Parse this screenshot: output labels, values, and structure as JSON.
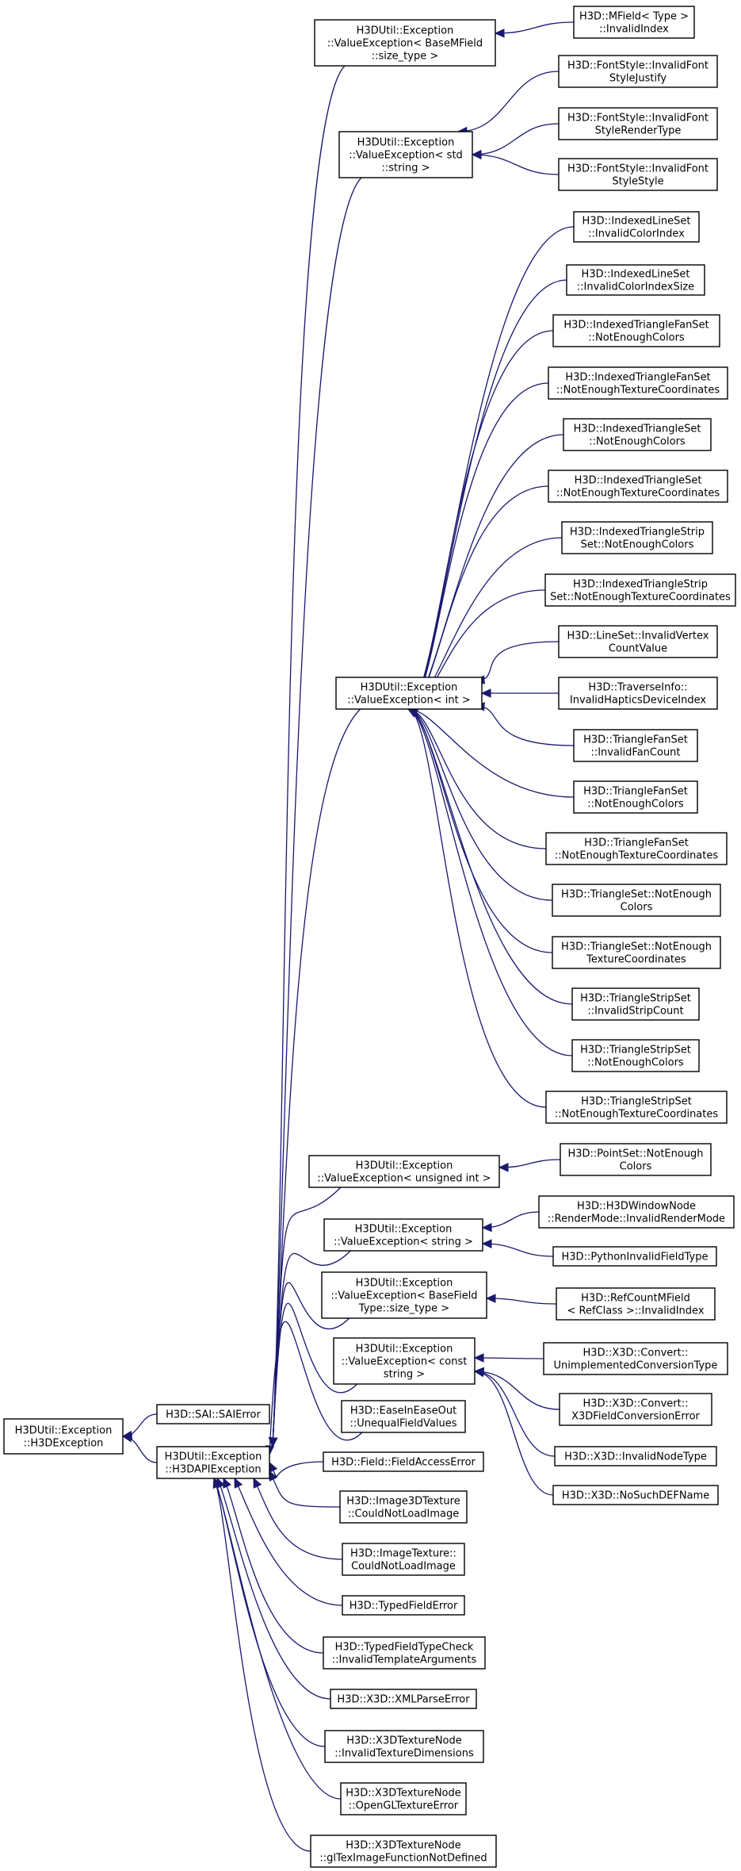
{
  "nodes": [
    {
      "id": "h3dexception",
      "lines": [
        "H3DUtil::Exception",
        "::H3DException"
      ]
    },
    {
      "id": "saierror",
      "lines": [
        "H3D::SAI::SAIError"
      ]
    },
    {
      "id": "h3dapiexception",
      "lines": [
        "H3DUtil::Exception",
        "::H3DAPIException"
      ]
    },
    {
      "id": "ve-basemfield",
      "lines": [
        "H3DUtil::Exception",
        "::ValueException< BaseMField",
        "::size_type >"
      ]
    },
    {
      "id": "mfield-invalidindex",
      "lines": [
        "H3D::MField< Type >",
        "::InvalidIndex"
      ]
    },
    {
      "id": "ve-stdstring",
      "lines": [
        "H3DUtil::Exception",
        "::ValueException< std",
        "::string >"
      ]
    },
    {
      "id": "fontstyle-justify",
      "lines": [
        "H3D::FontStyle::InvalidFont",
        "StyleJustify"
      ]
    },
    {
      "id": "fontstyle-rendertype",
      "lines": [
        "H3D::FontStyle::InvalidFont",
        "StyleRenderType"
      ]
    },
    {
      "id": "fontstyle-style",
      "lines": [
        "H3D::FontStyle::InvalidFont",
        "StyleStyle"
      ]
    },
    {
      "id": "ve-int",
      "lines": [
        "H3DUtil::Exception",
        "::ValueException< int >"
      ]
    },
    {
      "id": "ils-invalidcolorindex",
      "lines": [
        "H3D::IndexedLineSet",
        "::InvalidColorIndex"
      ]
    },
    {
      "id": "ils-invalidcolorindexsize",
      "lines": [
        "H3D::IndexedLineSet",
        "::InvalidColorIndexSize"
      ]
    },
    {
      "id": "itfs-colors",
      "lines": [
        "H3D::IndexedTriangleFanSet",
        "::NotEnoughColors"
      ]
    },
    {
      "id": "itfs-texcoords",
      "lines": [
        "H3D::IndexedTriangleFanSet",
        "::NotEnoughTextureCoordinates"
      ]
    },
    {
      "id": "its-colors",
      "lines": [
        "H3D::IndexedTriangleSet",
        "::NotEnoughColors"
      ]
    },
    {
      "id": "its-texcoords",
      "lines": [
        "H3D::IndexedTriangleSet",
        "::NotEnoughTextureCoordinates"
      ]
    },
    {
      "id": "itss-colors",
      "lines": [
        "H3D::IndexedTriangleStrip",
        "Set::NotEnoughColors"
      ]
    },
    {
      "id": "itss-texcoords",
      "lines": [
        "H3D::IndexedTriangleStrip",
        "Set::NotEnoughTextureCoordinates"
      ]
    },
    {
      "id": "lineset-vertexcount",
      "lines": [
        "H3D::LineSet::InvalidVertex",
        "CountValue"
      ]
    },
    {
      "id": "traverseinfo",
      "lines": [
        "H3D::TraverseInfo::",
        "InvalidHapticsDeviceIndex"
      ]
    },
    {
      "id": "tfs-fancount",
      "lines": [
        "H3D::TriangleFanSet",
        "::InvalidFanCount"
      ]
    },
    {
      "id": "tfs-colors",
      "lines": [
        "H3D::TriangleFanSet",
        "::NotEnoughColors"
      ]
    },
    {
      "id": "tfs-texcoords",
      "lines": [
        "H3D::TriangleFanSet",
        "::NotEnoughTextureCoordinates"
      ]
    },
    {
      "id": "ts-colors",
      "lines": [
        "H3D::TriangleSet::NotEnough",
        "Colors"
      ]
    },
    {
      "id": "ts-texcoords",
      "lines": [
        "H3D::TriangleSet::NotEnough",
        "TextureCoordinates"
      ]
    },
    {
      "id": "tss-stripcount",
      "lines": [
        "H3D::TriangleStripSet",
        "::InvalidStripCount"
      ]
    },
    {
      "id": "tss-colors",
      "lines": [
        "H3D::TriangleStripSet",
        "::NotEnoughColors"
      ]
    },
    {
      "id": "tss-texcoords",
      "lines": [
        "H3D::TriangleStripSet",
        "::NotEnoughTextureCoordinates"
      ]
    },
    {
      "id": "ve-unsignedint",
      "lines": [
        "H3DUtil::Exception",
        "::ValueException< unsigned int >"
      ]
    },
    {
      "id": "pointset-colors",
      "lines": [
        "H3D::PointSet::NotEnough",
        "Colors"
      ]
    },
    {
      "id": "ve-string",
      "lines": [
        "H3DUtil::Exception",
        "::ValueException< string >"
      ]
    },
    {
      "id": "h3dwindownode",
      "lines": [
        "H3D::H3DWindowNode",
        "::RenderMode::InvalidRenderMode"
      ]
    },
    {
      "id": "python-invalidfieldtype",
      "lines": [
        "H3D::PythonInvalidFieldType"
      ]
    },
    {
      "id": "ve-basefield",
      "lines": [
        "H3DUtil::Exception",
        "::ValueException< BaseField",
        "Type::size_type >"
      ]
    },
    {
      "id": "refcountmfield",
      "lines": [
        "H3D::RefCountMField",
        "< RefClass >::InvalidIndex"
      ]
    },
    {
      "id": "ve-conststring",
      "lines": [
        "H3DUtil::Exception",
        "::ValueException< const",
        "string >"
      ]
    },
    {
      "id": "x3d-unimplemented",
      "lines": [
        "H3D::X3D::Convert::",
        "UnimplementedConversionType"
      ]
    },
    {
      "id": "x3d-fieldconversion",
      "lines": [
        "H3D::X3D::Convert::",
        "X3DFieldConversionError"
      ]
    },
    {
      "id": "x3d-invalidnodetype",
      "lines": [
        "H3D::X3D::InvalidNodeType"
      ]
    },
    {
      "id": "x3d-nosuchdefname",
      "lines": [
        "H3D::X3D::NoSuchDEFName"
      ]
    },
    {
      "id": "easeineaseout",
      "lines": [
        "H3D::EaseInEaseOut",
        "::UnequalFieldValues"
      ]
    },
    {
      "id": "fieldaccesserror",
      "lines": [
        "H3D::Field::FieldAccessError"
      ]
    },
    {
      "id": "image3dtexture",
      "lines": [
        "H3D::Image3DTexture",
        "::CouldNotLoadImage"
      ]
    },
    {
      "id": "imagetexture",
      "lines": [
        "H3D::ImageTexture::",
        "CouldNotLoadImage"
      ]
    },
    {
      "id": "typedfielderror",
      "lines": [
        "H3D::TypedFieldError"
      ]
    },
    {
      "id": "typedfieldtypecheck",
      "lines": [
        "H3D::TypedFieldTypeCheck",
        "::InvalidTemplateArguments"
      ]
    },
    {
      "id": "xmlparseerror",
      "lines": [
        "H3D::X3D::XMLParseError"
      ]
    },
    {
      "id": "x3dtexturenode-dims",
      "lines": [
        "H3D::X3DTextureNode",
        "::InvalidTextureDimensions"
      ]
    },
    {
      "id": "x3dtexturenode-opengl",
      "lines": [
        "H3D::X3DTextureNode",
        "::OpenGLTextureError"
      ]
    },
    {
      "id": "x3dtexturenode-glteximage",
      "lines": [
        "H3D::X3DTextureNode",
        "::glTexImageFunctionNotDefined"
      ]
    }
  ],
  "edges": [
    {
      "from": "saierror",
      "to": "h3dexception"
    },
    {
      "from": "h3dapiexception",
      "to": "h3dexception"
    },
    {
      "from": "mfield-invalidindex",
      "to": "ve-basemfield"
    },
    {
      "from": "fontstyle-justify",
      "to": "ve-stdstring"
    },
    {
      "from": "fontstyle-rendertype",
      "to": "ve-stdstring"
    },
    {
      "from": "fontstyle-style",
      "to": "ve-stdstring"
    },
    {
      "from": "ils-invalidcolorindex",
      "to": "ve-int"
    },
    {
      "from": "ils-invalidcolorindexsize",
      "to": "ve-int"
    },
    {
      "from": "itfs-colors",
      "to": "ve-int"
    },
    {
      "from": "itfs-texcoords",
      "to": "ve-int"
    },
    {
      "from": "its-colors",
      "to": "ve-int"
    },
    {
      "from": "its-texcoords",
      "to": "ve-int"
    },
    {
      "from": "itss-colors",
      "to": "ve-int"
    },
    {
      "from": "itss-texcoords",
      "to": "ve-int"
    },
    {
      "from": "lineset-vertexcount",
      "to": "ve-int"
    },
    {
      "from": "traverseinfo",
      "to": "ve-int"
    },
    {
      "from": "tfs-fancount",
      "to": "ve-int"
    },
    {
      "from": "tfs-colors",
      "to": "ve-int"
    },
    {
      "from": "tfs-texcoords",
      "to": "ve-int"
    },
    {
      "from": "ts-colors",
      "to": "ve-int"
    },
    {
      "from": "ts-texcoords",
      "to": "ve-int"
    },
    {
      "from": "tss-stripcount",
      "to": "ve-int"
    },
    {
      "from": "tss-colors",
      "to": "ve-int"
    },
    {
      "from": "tss-texcoords",
      "to": "ve-int"
    },
    {
      "from": "pointset-colors",
      "to": "ve-unsignedint"
    },
    {
      "from": "h3dwindownode",
      "to": "ve-string"
    },
    {
      "from": "python-invalidfieldtype",
      "to": "ve-string"
    },
    {
      "from": "refcountmfield",
      "to": "ve-basefield"
    },
    {
      "from": "x3d-unimplemented",
      "to": "ve-conststring"
    },
    {
      "from": "x3d-fieldconversion",
      "to": "ve-conststring"
    },
    {
      "from": "x3d-invalidnodetype",
      "to": "ve-conststring"
    },
    {
      "from": "x3d-nosuchdefname",
      "to": "ve-conststring"
    },
    {
      "from": "ve-basemfield",
      "to": "h3dapiexception"
    },
    {
      "from": "ve-stdstring",
      "to": "h3dapiexception"
    },
    {
      "from": "ve-int",
      "to": "h3dapiexception"
    },
    {
      "from": "ve-unsignedint",
      "to": "h3dapiexception"
    },
    {
      "from": "ve-string",
      "to": "h3dapiexception"
    },
    {
      "from": "ve-basefield",
      "to": "h3dapiexception"
    },
    {
      "from": "ve-conststring",
      "to": "h3dapiexception"
    },
    {
      "from": "easeineaseout",
      "to": "h3dapiexception"
    },
    {
      "from": "fieldaccesserror",
      "to": "h3dapiexception"
    },
    {
      "from": "image3dtexture",
      "to": "h3dapiexception"
    },
    {
      "from": "imagetexture",
      "to": "h3dapiexception"
    },
    {
      "from": "typedfielderror",
      "to": "h3dapiexception"
    },
    {
      "from": "typedfieldtypecheck",
      "to": "h3dapiexception"
    },
    {
      "from": "xmlparseerror",
      "to": "h3dapiexception"
    },
    {
      "from": "x3dtexturenode-dims",
      "to": "h3dapiexception"
    },
    {
      "from": "x3dtexturenode-opengl",
      "to": "h3dapiexception"
    },
    {
      "from": "x3dtexturenode-glteximage",
      "to": "h3dapiexception"
    }
  ]
}
